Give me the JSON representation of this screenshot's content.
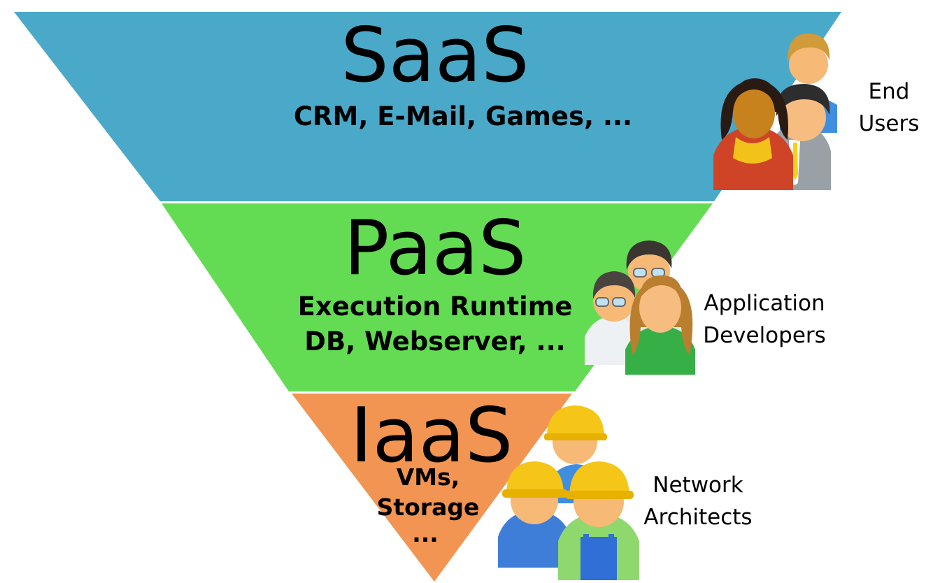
{
  "colors": {
    "saas": "#4aa9c9",
    "paas": "#63dc53",
    "iaas": "#f29452",
    "background": "#ffffff"
  },
  "layers": {
    "saas": {
      "title": "SaaS",
      "line1": "CRM, E-Mail, Games, ..."
    },
    "paas": {
      "title": "PaaS",
      "line1": "Execution Runtime",
      "line2": "DB, Webserver, ..."
    },
    "iaas": {
      "title": "IaaS",
      "line1": "VMs,",
      "line2": "Storage",
      "line3": "..."
    }
  },
  "roles": {
    "end_users": {
      "line1": "End",
      "line2": "Users",
      "icon": "end-users-group-icon"
    },
    "app_devs": {
      "line1": "Application",
      "line2": "Developers",
      "icon": "developers-group-icon"
    },
    "net_arch": {
      "line1": "Network",
      "line2": "Architects",
      "icon": "construction-workers-group-icon"
    }
  }
}
